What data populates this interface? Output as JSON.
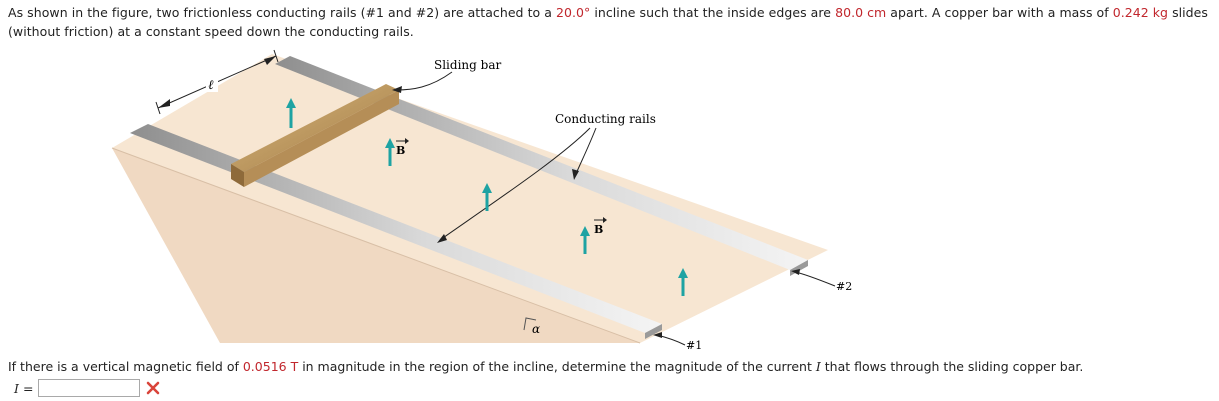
{
  "problem": {
    "text_1": "As shown in the figure, two frictionless conducting rails (#1 and #2) are attached to a ",
    "angle": "20.0°",
    "text_2": " incline such that the inside edges are ",
    "separation": "80.0 cm",
    "text_3": " apart. A copper bar with a mass of ",
    "mass": "0.242 kg",
    "text_4": " slides (without friction) at a constant speed down the conducting rails."
  },
  "figure": {
    "label_sliding_bar": "Sliding bar",
    "label_conducting_rails": "Conducting rails",
    "label_length": "ℓ",
    "label_alpha": "α",
    "label_b_1": "B",
    "label_b_2": "B",
    "label_rail_1": "#1",
    "label_rail_2": "#2"
  },
  "question": {
    "text_1": "If there is a vertical magnetic field of ",
    "field": "0.0516 T",
    "text_2": " in magnitude in the region of the incline, determine the magnitude of the current ",
    "variable": "I",
    "text_3": " that flows through the sliding copper bar."
  },
  "answer": {
    "label": "I",
    "equals": "=",
    "value": "",
    "status_icon": "incorrect-x-icon"
  },
  "colors": {
    "numeric_highlight": "#c1272d",
    "arrow_teal": "#1ea3a3",
    "incorrect_red": "#d9443a"
  }
}
